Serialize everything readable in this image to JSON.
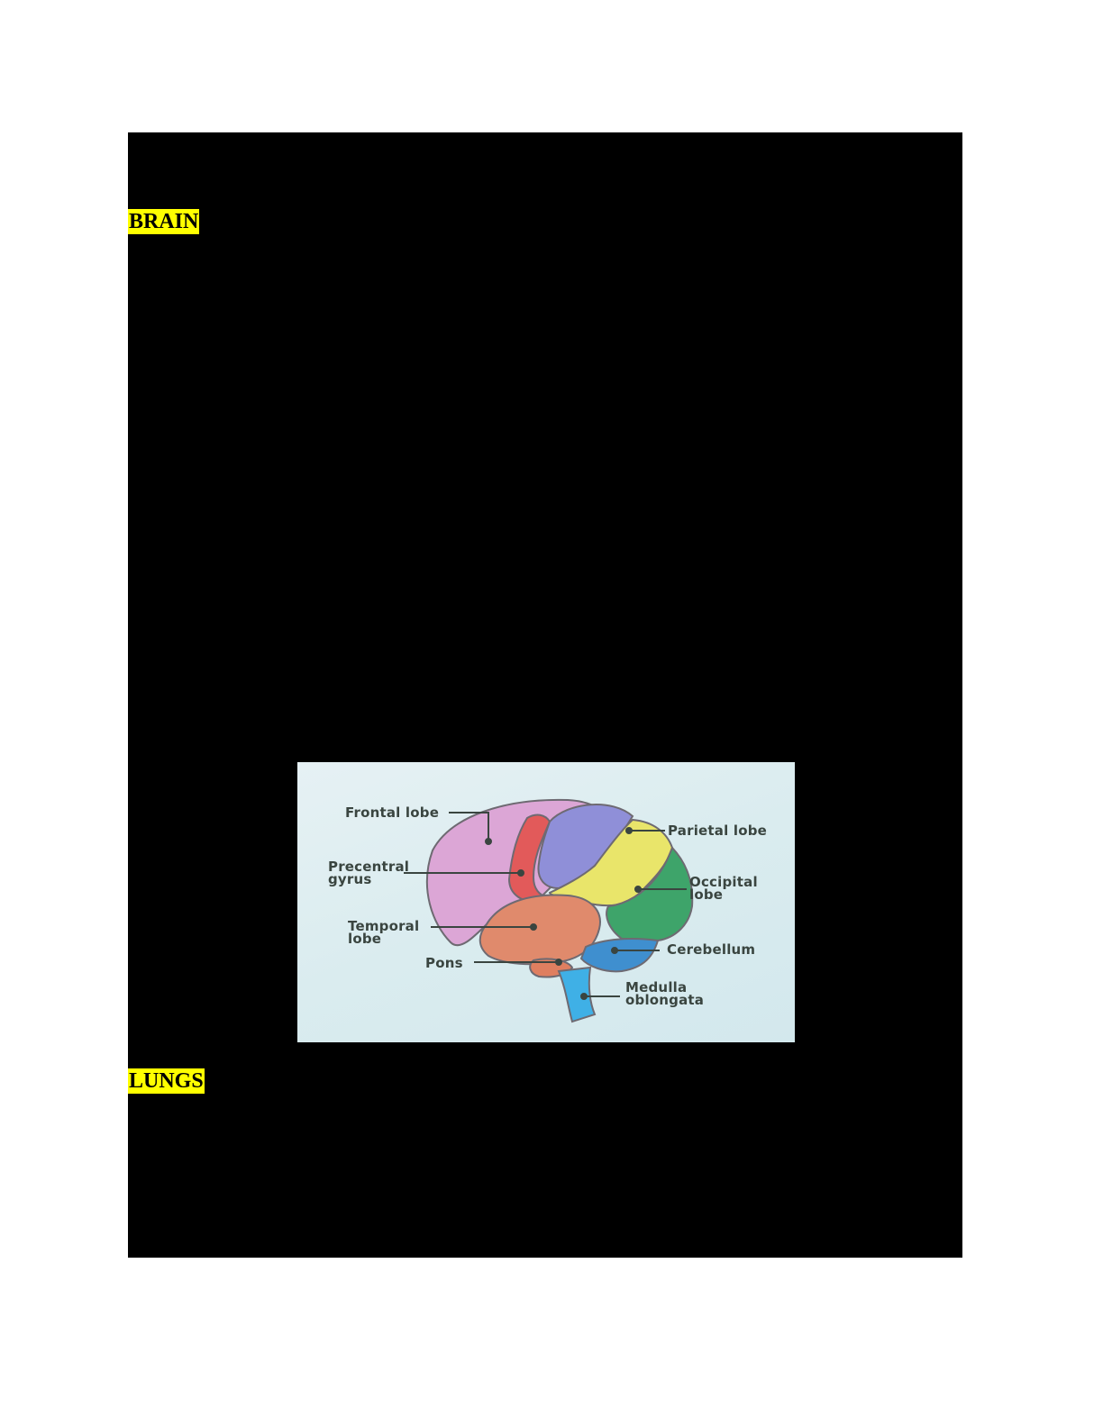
{
  "document": {
    "sections": [
      {
        "heading": "BRAIN",
        "highlight_color": "#ffff00"
      },
      {
        "heading": "LUNGS",
        "highlight_color": "#ffff00"
      }
    ],
    "redaction_color": "#000000"
  },
  "figure": {
    "subject": "brain-lateral-view",
    "background_color": "#dceef1",
    "labels": {
      "frontal_lobe": "Frontal lobe",
      "precentral_gyrus": "Precentral\ngyrus",
      "temporal_lobe": "Temporal\nlobe",
      "pons": "Pons",
      "parietal_lobe": "Parietal lobe",
      "occipital_lobe": "Occipital\nlobe",
      "cerebellum": "Cerebellum",
      "medulla_oblongata": "Medulla\noblongata"
    },
    "region_colors": {
      "frontal_lobe": "#dca6d6",
      "precentral_gyrus": "#e25a5a",
      "postcentral": "#8f8fd8",
      "parietal_lobe": "#e9e56a",
      "occipital_lobe": "#3ea46a",
      "temporal_lobe": "#e08a6c",
      "cerebellum": "#3f8fcf",
      "pons": "#df7f60",
      "medulla_oblongata": "#3fb0e6"
    }
  }
}
